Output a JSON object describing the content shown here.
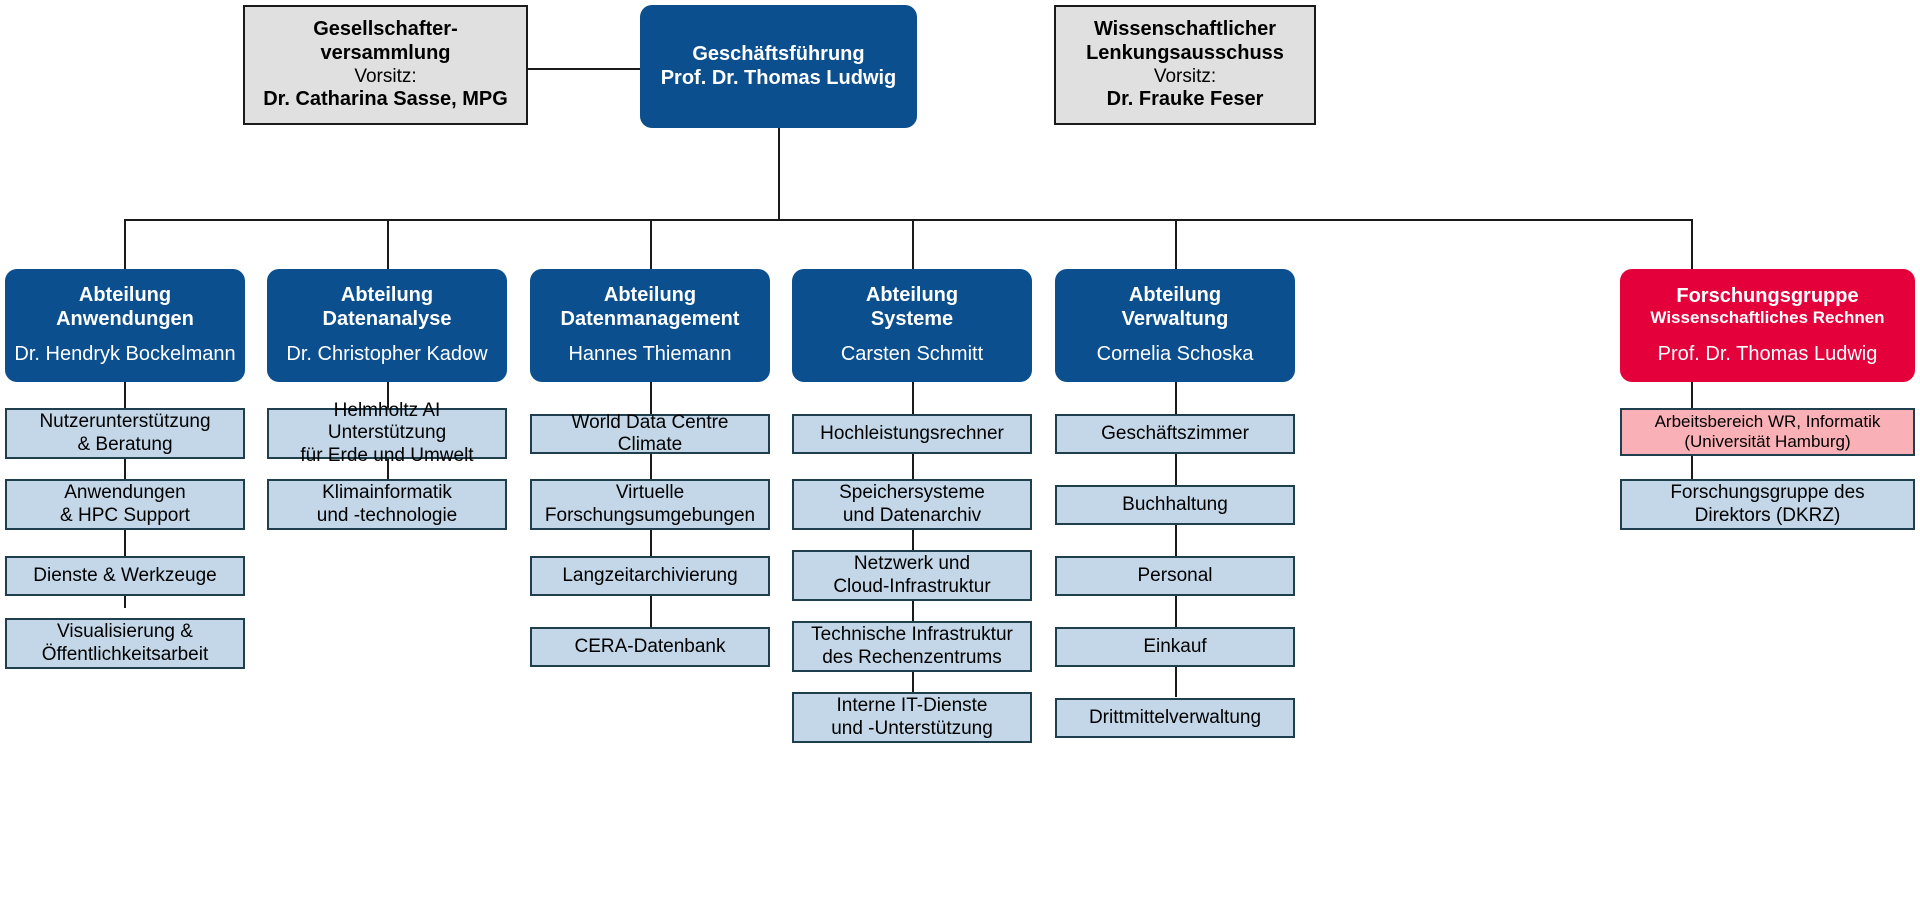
{
  "title": "DKRZ Organigramm",
  "colors": {
    "dept_blue": "#0b4f8f",
    "unit_blue": "#c3d7e8",
    "research_red": "#e4003a",
    "unit_red": "#f9b0b6",
    "committee_grey": "#e0e0e0",
    "line": "#1a1a1a"
  },
  "committees": {
    "left": {
      "title_line1": "Gesellschafter-",
      "title_line2": "versammlung",
      "role_label": "Vorsitz:",
      "person": "Dr. Catharina Sasse, MPG"
    },
    "right": {
      "title_line1": "Wissenschaftlicher",
      "title_line2": "Lenkungsausschuss",
      "role_label": "Vorsitz:",
      "person": "Dr. Frauke Feser"
    }
  },
  "management": {
    "title": "Geschäftsführung",
    "person": "Prof. Dr. Thomas Ludwig"
  },
  "departments": [
    {
      "title_line1": "Abteilung",
      "title_line2": "Anwendungen",
      "head": "Dr. Hendryk Bockelmann",
      "units": [
        {
          "line1": "Nutzerunterstützung",
          "line2": "& Beratung"
        },
        {
          "line1": "Anwendungen",
          "line2": "& HPC Support"
        },
        {
          "line1": "Dienste & Werkzeuge",
          "line2": ""
        },
        {
          "line1": "Visualisierung &",
          "line2": "Öffentlichkeitsarbeit"
        }
      ]
    },
    {
      "title_line1": "Abteilung",
      "title_line2": "Datenanalyse",
      "head": "Dr. Christopher Kadow",
      "units": [
        {
          "line1": "Helmholtz AI Unterstützung",
          "line2": "für Erde und Umwelt"
        },
        {
          "line1": "Klimainformatik",
          "line2": "und -technologie"
        }
      ]
    },
    {
      "title_line1": "Abteilung",
      "title_line2": "Datenmanagement",
      "head": "Hannes Thiemann",
      "units": [
        {
          "line1": "World Data Centre Climate",
          "line2": ""
        },
        {
          "line1": "Virtuelle",
          "line2": "Forschungsumgebungen"
        },
        {
          "line1": "Langzeitarchivierung",
          "line2": ""
        },
        {
          "line1": "CERA-Datenbank",
          "line2": ""
        }
      ]
    },
    {
      "title_line1": "Abteilung",
      "title_line2": "Systeme",
      "head": "Carsten Schmitt",
      "units": [
        {
          "line1": "Hochleistungsrechner",
          "line2": ""
        },
        {
          "line1": "Speichersysteme",
          "line2": "und Datenarchiv"
        },
        {
          "line1": "Netzwerk und",
          "line2": "Cloud-Infrastruktur"
        },
        {
          "line1": "Technische Infrastruktur",
          "line2": "des Rechenzentrums"
        },
        {
          "line1": "Interne IT-Dienste",
          "line2": "und -Unterstützung"
        }
      ]
    },
    {
      "title_line1": "Abteilung",
      "title_line2": "Verwaltung",
      "head": "Cornelia Schoska",
      "units": [
        {
          "line1": "Geschäftszimmer",
          "line2": ""
        },
        {
          "line1": "Buchhaltung",
          "line2": ""
        },
        {
          "line1": "Personal",
          "line2": ""
        },
        {
          "line1": "Einkauf",
          "line2": ""
        },
        {
          "line1": "Drittmittelverwaltung",
          "line2": ""
        }
      ]
    }
  ],
  "research_group": {
    "title_line1": "Forschungsgruppe",
    "title_line2": "Wissenschaftliches Rechnen",
    "head": "Prof. Dr. Thomas Ludwig",
    "units": [
      {
        "line1": "Arbeitsbereich WR, Informatik",
        "line2": "(Universität Hamburg)"
      },
      {
        "line1": "Forschungsgruppe des",
        "line2": "Direktors (DKRZ)"
      }
    ]
  }
}
